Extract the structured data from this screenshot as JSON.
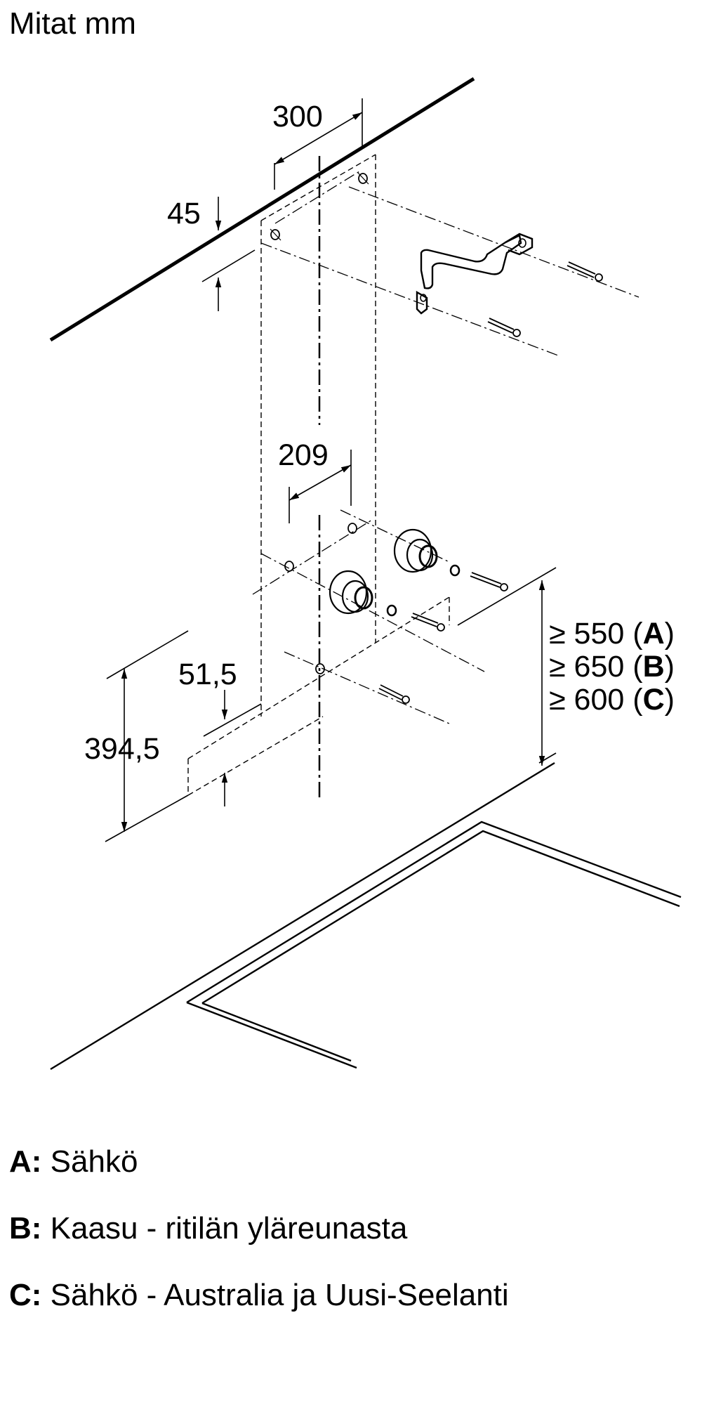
{
  "title": "Mitat mm",
  "dimensions": {
    "d300": "300",
    "d45": "45",
    "d209": "209",
    "d51_5": "51,5",
    "d394_5": "394,5"
  },
  "clearance": [
    {
      "prefix": "≥ 550 (",
      "key": "A",
      "suffix": ")"
    },
    {
      "prefix": "≥ 650 (",
      "key": "B",
      "suffix": ")"
    },
    {
      "prefix": "≥ 600 (",
      "key": "C",
      "suffix": ")"
    }
  ],
  "legend": [
    {
      "key": "A:",
      "text": "Sähkö"
    },
    {
      "key": "B:",
      "text": "Kaasu - ritilän yläreunasta"
    },
    {
      "key": "C:",
      "text": "Sähkö - Australia ja Uusi-Seelanti"
    }
  ]
}
